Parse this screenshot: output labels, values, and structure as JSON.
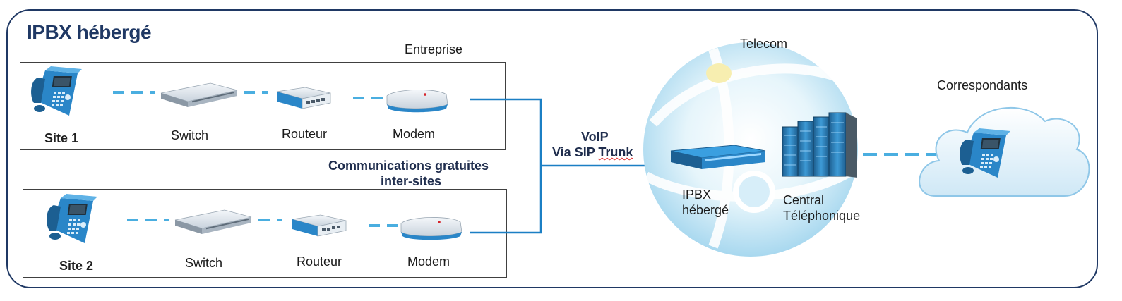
{
  "title": "IPBX hébergé",
  "enterprise_label": "Entreprise",
  "sites": [
    {
      "name": "Site 1",
      "switch": "Switch",
      "router": "Routeur",
      "modem": "Modem"
    },
    {
      "name": "Site 2",
      "switch": "Switch",
      "router": "Routeur",
      "modem": "Modem"
    }
  ],
  "inter_sites": {
    "line1": "Communications gratuites",
    "line2": "inter-sites"
  },
  "voip": {
    "line1": "VoIP",
    "line2_prefix": "Via SIP ",
    "line2_word": "Trunk"
  },
  "telecom": {
    "label": "Telecom",
    "ipbx_line1": "IPBX",
    "ipbx_line2": "hébergé",
    "central_line1": "Central",
    "central_line2": "Téléphonique"
  },
  "correspondants": "Correspondants",
  "colors": {
    "frame": "#1f3864",
    "link": "#1b7fc4",
    "dashed_link": "#4aaee0",
    "device_blue": "#2a86c8"
  },
  "icons": [
    "desk-phone-icon",
    "network-switch-icon",
    "router-icon",
    "modem-icon",
    "globe-icon",
    "server-rack-icon",
    "cloud-icon"
  ]
}
